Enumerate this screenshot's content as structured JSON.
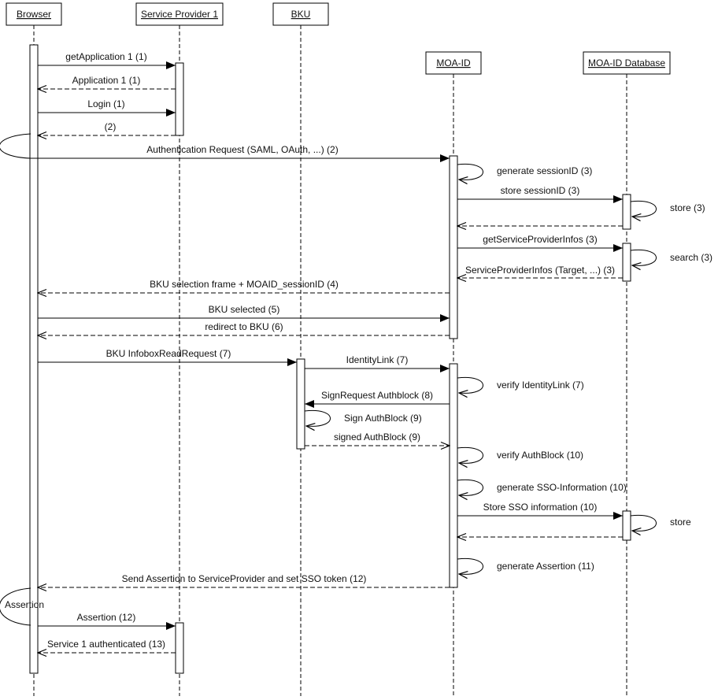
{
  "diagram": {
    "type": "uml-sequence",
    "actors": [
      {
        "name": "Browser"
      },
      {
        "name": "Service Provider 1"
      },
      {
        "name": "BKU"
      },
      {
        "name": "MOA-ID"
      },
      {
        "name": "MOA-ID Database"
      }
    ],
    "annotations": [
      {
        "label": "Assertion"
      }
    ],
    "messages": [
      {
        "label": "getApplication 1 (1)",
        "from": "Browser",
        "to": "Service Provider 1",
        "line": "solid"
      },
      {
        "label": "Application 1 (1)",
        "from": "Service Provider 1",
        "to": "Browser",
        "line": "dashed"
      },
      {
        "label": "Login (1)",
        "from": "Browser",
        "to": "Service Provider 1",
        "line": "solid"
      },
      {
        "label": "(2)",
        "from": "Service Provider 1",
        "to": "Browser",
        "line": "dashed"
      },
      {
        "label": "Authentication Request (SAML, OAuth, ...)  (2)",
        "from": "Browser",
        "to": "MOA-ID",
        "line": "solid"
      },
      {
        "label": "generate sessionID (3)",
        "from": "MOA-ID",
        "to": "MOA-ID",
        "line": "self"
      },
      {
        "label": "store sessionID (3)",
        "from": "MOA-ID",
        "to": "MOA-ID Database",
        "line": "solid"
      },
      {
        "label": "store (3)",
        "from": "MOA-ID Database",
        "to": "MOA-ID Database",
        "line": "self"
      },
      {
        "label": "",
        "from": "MOA-ID Database",
        "to": "MOA-ID",
        "line": "dashed"
      },
      {
        "label": "getServiceProviderInfos (3)",
        "from": "MOA-ID",
        "to": "MOA-ID Database",
        "line": "solid"
      },
      {
        "label": "search (3)",
        "from": "MOA-ID Database",
        "to": "MOA-ID Database",
        "line": "self"
      },
      {
        "label": "ServiceProviderInfos (Target, ...) (3)",
        "from": "MOA-ID Database",
        "to": "MOA-ID",
        "line": "dashed"
      },
      {
        "label": "BKU selection frame + MOAID_sessionID (4)",
        "from": "MOA-ID",
        "to": "Browser",
        "line": "dashed"
      },
      {
        "label": "BKU selected (5)",
        "from": "Browser",
        "to": "MOA-ID",
        "line": "solid"
      },
      {
        "label": "redirect to BKU (6)",
        "from": "MOA-ID",
        "to": "Browser",
        "line": "dashed"
      },
      {
        "label": "BKU InfoboxReadRequest (7)",
        "from": "Browser",
        "to": "BKU",
        "line": "solid"
      },
      {
        "label": "IdentityLink (7)",
        "from": "BKU",
        "to": "MOA-ID",
        "line": "solid"
      },
      {
        "label": "verify IdentityLink (7)",
        "from": "MOA-ID",
        "to": "MOA-ID",
        "line": "self"
      },
      {
        "label": "SignRequest Authblock (8)",
        "from": "MOA-ID",
        "to": "BKU",
        "line": "solid"
      },
      {
        "label": "Sign AuthBlock (9)",
        "from": "BKU",
        "to": "BKU",
        "line": "self"
      },
      {
        "label": "signed AuthBlock (9)",
        "from": "BKU",
        "to": "MOA-ID",
        "line": "dashed"
      },
      {
        "label": "verify AuthBlock (10)",
        "from": "MOA-ID",
        "to": "MOA-ID",
        "line": "self"
      },
      {
        "label": "generate SSO-Information (10)",
        "from": "MOA-ID",
        "to": "MOA-ID",
        "line": "self"
      },
      {
        "label": "Store SSO information (10)",
        "from": "MOA-ID",
        "to": "MOA-ID Database",
        "line": "solid"
      },
      {
        "label": "store",
        "from": "MOA-ID Database",
        "to": "MOA-ID Database",
        "line": "self"
      },
      {
        "label": "",
        "from": "MOA-ID Database",
        "to": "MOA-ID",
        "line": "dashed"
      },
      {
        "label": "generate Assertion (11)",
        "from": "MOA-ID",
        "to": "MOA-ID",
        "line": "self"
      },
      {
        "label": "Send Assertion to ServiceProvider and set SSO token (12)",
        "from": "MOA-ID",
        "to": "Browser",
        "line": "dashed"
      },
      {
        "label": "Assertion (12)",
        "from": "Browser",
        "to": "Service Provider 1",
        "line": "solid"
      },
      {
        "label": "Service 1 authenticated (13)",
        "from": "Service Provider 1",
        "to": "Browser",
        "line": "dashed"
      }
    ]
  }
}
